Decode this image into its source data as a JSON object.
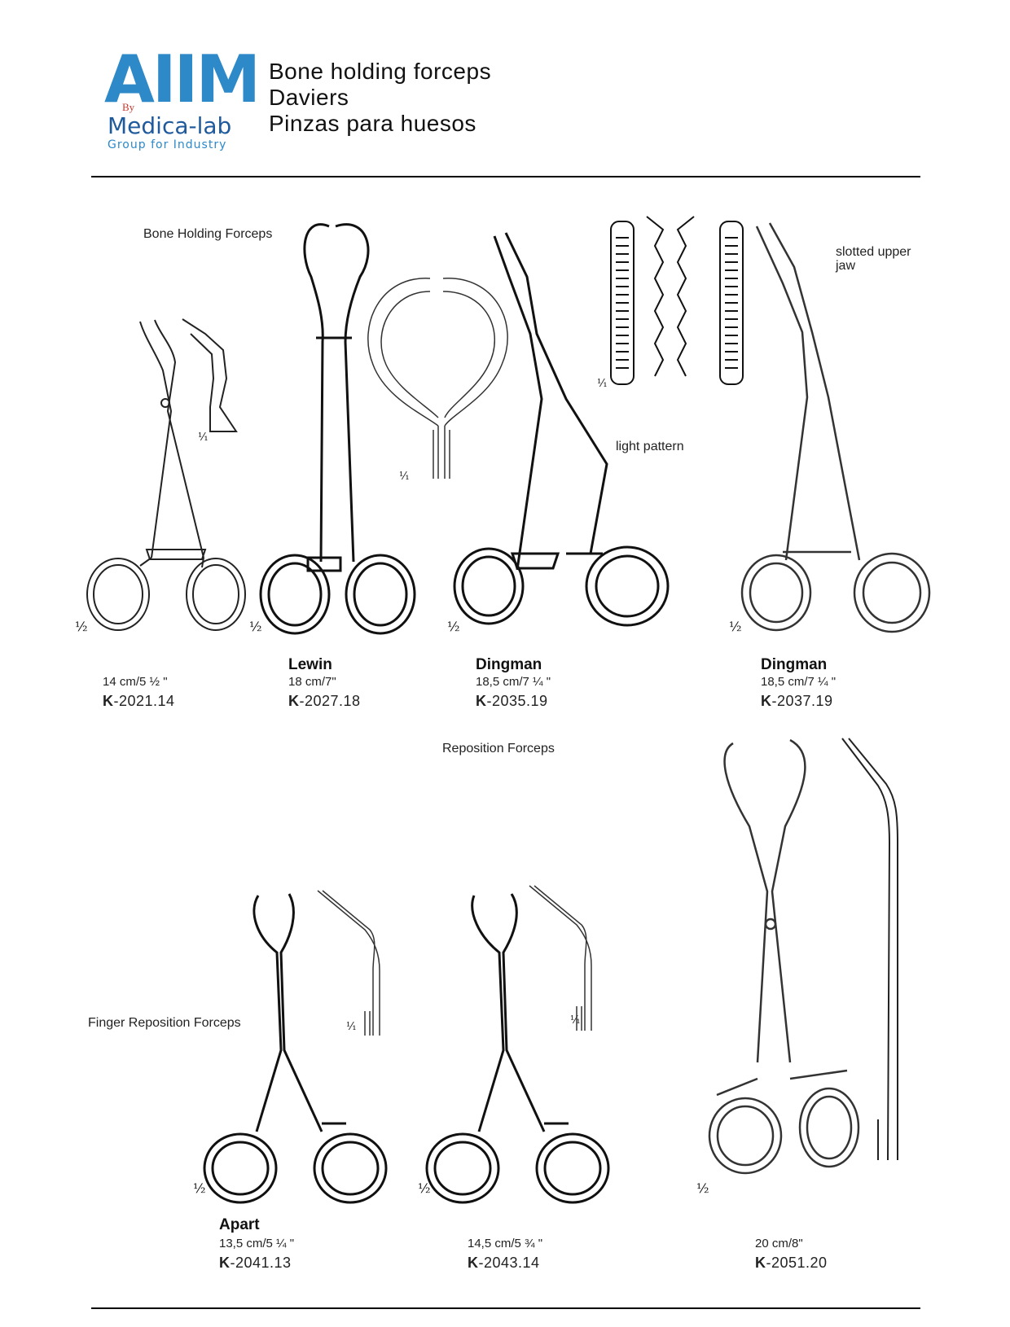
{
  "logo": {
    "main": "AIIM",
    "by": "By",
    "medica": "Medica-lab",
    "group": "Group for Industry"
  },
  "header": {
    "title_line1": "Bone holding forceps",
    "title_line2": "Daviers",
    "title_line3": "Pinzas para huesos"
  },
  "sections": {
    "bone_holding": "Bone Holding Forceps",
    "reposition": "Reposition Forceps",
    "finger_reposition": "Finger Reposition Forceps"
  },
  "notes": {
    "slotted": "slotted upper jaw",
    "light_pattern": "light pattern"
  },
  "scales": {
    "half": "½",
    "full": "⅟₁"
  },
  "products": [
    {
      "name": "",
      "size": "14 cm/5 ½ \"",
      "code_prefix": "K",
      "code": "-2021.14"
    },
    {
      "name": "Lewin",
      "size": "18 cm/7\"",
      "code_prefix": "K",
      "code": "-2027.18"
    },
    {
      "name": "Dingman",
      "size": "18,5 cm/7 ¼ \"",
      "code_prefix": "K",
      "code": "-2035.19"
    },
    {
      "name": "Dingman",
      "size": "18,5 cm/7 ¼ \"",
      "code_prefix": "K",
      "code": "-2037.19"
    },
    {
      "name": "Apart",
      "size": "13,5 cm/5 ¼ \"",
      "code_prefix": "K",
      "code": "-2041.13"
    },
    {
      "name": "",
      "size": "14,5 cm/5 ¾ \"",
      "code_prefix": "K",
      "code": "-2043.14"
    },
    {
      "name": "",
      "size": "20 cm/8\"",
      "code_prefix": "K",
      "code": "-2051.20"
    }
  ]
}
